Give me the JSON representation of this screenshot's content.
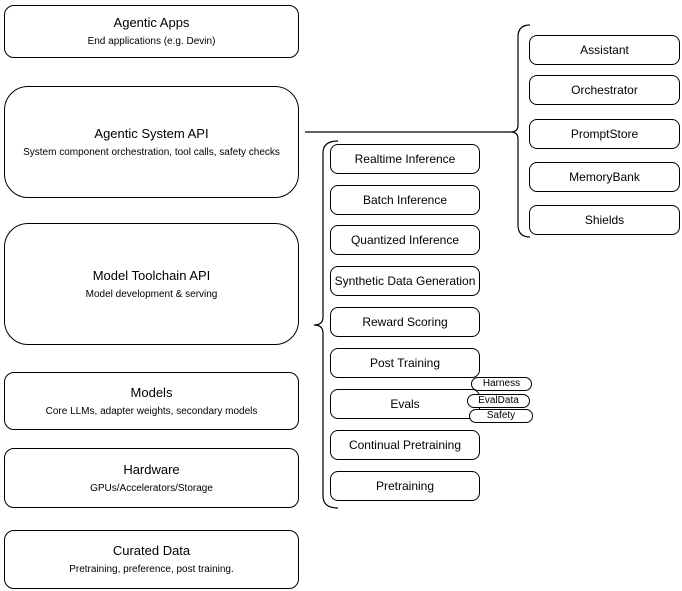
{
  "diagram": {
    "background_color": "#ffffff",
    "stroke_color": "#000000",
    "left_stack": [
      {
        "title": "Agentic Apps",
        "subtitle": "End applications (e.g. Devin)"
      },
      {
        "title": "Agentic System API",
        "subtitle": "System component orchestration, tool calls, safety checks"
      },
      {
        "title": "Model Toolchain API",
        "subtitle": "Model development & serving"
      },
      {
        "title": "Models",
        "subtitle": "Core LLMs, adapter weights, secondary models"
      },
      {
        "title": "Hardware",
        "subtitle": "GPUs/Accelerators/Storage"
      },
      {
        "title": "Curated Data",
        "subtitle": "Pretraining, preference, post training."
      }
    ],
    "toolchain_group": {
      "items": [
        "Realtime Inference",
        "Batch Inference",
        "Quantized Inference",
        "Synthetic Data Generation",
        "Reward Scoring",
        "Post Training",
        "Evals",
        "Continual Pretraining",
        "Pretraining"
      ],
      "evals_tags": [
        "Harness",
        "EvalData",
        "Safety"
      ]
    },
    "system_group": {
      "items": [
        "Assistant",
        "Orchestrator",
        "PromptStore",
        "MemoryBank",
        "Shields"
      ]
    }
  }
}
